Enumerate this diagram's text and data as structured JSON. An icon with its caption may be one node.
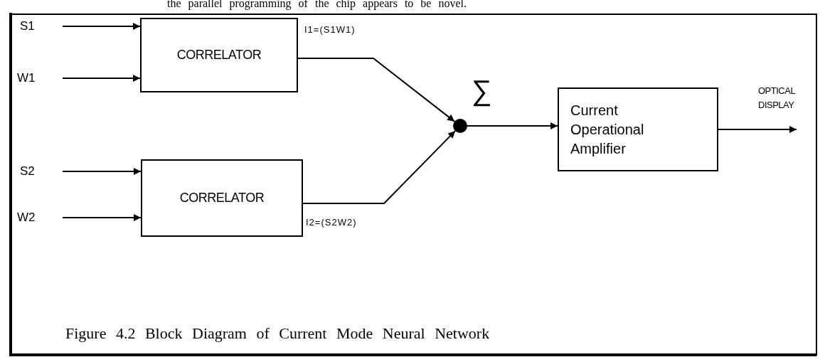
{
  "diagram": {
    "caption": "Figure 4.2 Block Diagram of Current Mode Neural Network",
    "nodes": [
      {
        "text": [
          "S1"
        ]
      },
      {
        "text": [
          "W1"
        ]
      },
      {
        "text": [
          "S2"
        ]
      },
      {
        "text": [
          "W2"
        ]
      },
      {
        "text": [
          "CORRELATOR"
        ]
      },
      {
        "text": [
          "CORRELATOR"
        ]
      },
      {
        "text": [],
        "shape": "circle",
        "beside": [
          "∑"
        ]
      },
      {
        "text": [
          "Current Operational Amplifier"
        ]
      }
    ],
    "edges": [
      {
        "from": 0,
        "to": 4,
        "arrow": "to"
      },
      {
        "from": 1,
        "to": 4,
        "arrow": "to"
      },
      {
        "from": 2,
        "to": 5,
        "arrow": "to"
      },
      {
        "from": 3,
        "to": 5,
        "arrow": "to"
      },
      {
        "from": 4,
        "to": 6,
        "arrow": "to",
        "label": "I1=(S1W1)"
      },
      {
        "from": 5,
        "to": 6,
        "arrow": "to",
        "label": "I2=(S2W2)"
      },
      {
        "from": 6,
        "to": 7,
        "arrow": "to"
      },
      {
        "from": 7,
        "to": null,
        "arrow": "to"
      }
    ],
    "labels": [
      "the parallel programming of the chip appears to be novel.",
      "OPTICAL DISPLAY"
    ]
  }
}
